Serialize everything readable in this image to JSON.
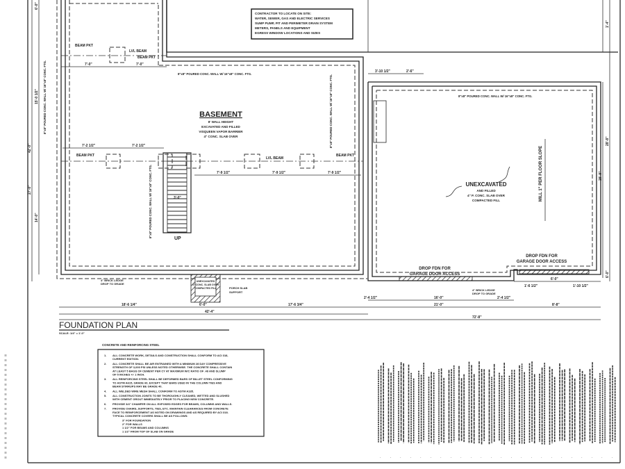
{
  "title": "FOUNDATION PLAN",
  "scale": "SCALE: 1/4\" = 1'-0\"",
  "contractor_note": [
    "CONTRACTOR TO LOCATE ON SITE:",
    "WATER, SEWER, GAS AND ELECTRIC SERVICES",
    "SUMP PUMP, PIT AND PERIMETER DRAIN SYSTEM",
    "METERS, PANELS AND EQUIPMENT",
    "EGRESS WINDOW LOCATIONS AND SIZES"
  ],
  "basement": {
    "title": "BASEMENT",
    "lines": [
      "8' WALL HEIGHT",
      "EXCAVATED AND FILLED",
      "VISQUEEN VAPOR BARRIER",
      "4\" CONC. SLAB OVER"
    ]
  },
  "unexcavated": {
    "title": "UNEXCAVATED",
    "lines": [
      "AND FILLED",
      "4\" P. CONC. SLAB OVER",
      "COMPACTED FILL"
    ]
  },
  "labels": {
    "beam_pkt": "BEAM PKT",
    "lvl_beam": "LVL BEAM",
    "up": "UP",
    "drop_garage_1": [
      "DROP FDN FOR",
      "GARAGE DOOR ACCESS"
    ],
    "drop_garage_2": [
      "DROP FDN FOR",
      "GARAGE DOOR ACCESS"
    ],
    "mill_slope": "MILL 1\" PER FLOOR SLOPE",
    "brick_ledge_1": [
      "4\" BRICK LEDGE",
      "DROP TO GRADE"
    ],
    "brick_ledge_2": [
      "4\" BRICK LEDGE",
      "DROP TO GRADE"
    ],
    "porch_support": [
      "PORCH SLAB",
      "SUPPORT"
    ],
    "porch_fill": [
      "UNEXCAVATED",
      "4\" CONC. SLAB OVER",
      "COMPACTED FILL"
    ],
    "wall_spec": "8\"x8\" POURED CONC. WALL W/ 16\"x8\" CONC. FTG."
  },
  "dimensions": {
    "top": [
      "7'-0\"",
      "7'-0\""
    ],
    "beam_top": [
      "7'-2 1/2\"",
      "7'-2 1/2\""
    ],
    "beam_bottom": [
      "7'-9 1/2\"",
      "7'-9 1/2\"",
      "7'-9 1/2\""
    ],
    "stair": "3'-0\"",
    "bottom_basement": [
      "18'-6 1/4\"",
      "6'-0\"",
      "17'-6 3/4\""
    ],
    "bottom_basement_total": "42'-4\"",
    "bottom_garage": [
      "2'-4 1/2\"",
      "16'-0\"",
      "2'-4 1/2\""
    ],
    "garage_total": "21'-0\"",
    "right_bump": "8'-8\"",
    "right_small": [
      "1'-6 1/2\"",
      "1'-10 1/2\"",
      "6'-0\""
    ],
    "overall": "72'-8\"",
    "garage_top": [
      "3'-10 1/2\"",
      "2'-6\""
    ],
    "left": [
      "6'-0\"",
      "15'-0 1/2\"",
      "14'-0\"",
      "42'-0\"",
      "27'-0\""
    ],
    "right": [
      "1'-4\"",
      "28'-8\"",
      "6'-0\""
    ]
  },
  "notes": {
    "heading": "CONCRETE AND REINFORCING STEEL",
    "items": [
      {
        "n": "1.",
        "text": "ALL CONCRETE WORK, DETAILS AND CONSTRUCTION SHALL CONFORM TO ACI 318, CURRENT EDITION."
      },
      {
        "n": "2.",
        "text": "ALL CONCRETE SHALL BE AIR ENTRAINED WITH A MINIMUM 28 DAY COMPRESSIVE STRENGTH OF 3,000 PSI UNLESS NOTED OTHERWISE. THE CONCRETE SHALL CONTAIN AT LEAST 5 BAGS OF CEMENT PER CY AT MAXIMUM W/C RATIO OF .48 AND SLUMP OF 5 INCHES +/- 1 INCH."
      },
      {
        "n": "3.",
        "text": "ALL REINFORCING STEEL SHALL BE DEFORMED BARS OF BILLET STEEL CONFORMING TO ASTM A615, GRADE 60, EXCEPT THAT BARS USED IN THE COLUMN TIES AND BEAM STIRRUPS MAY BE GRADE 40."
      },
      {
        "n": "4.",
        "text": "ALL WELDED WIRE MESH SHALL CONFORM TO ASTM A185."
      },
      {
        "n": "5.",
        "text": "ALL CONSTRUCTION JOINTS TO BE THOROUGHLY CLEANED, WETTED AND SLUSHED WITH CEMENT GROUT IMMEDIATELY PRIOR TO PLACING NEW CONCRETE."
      },
      {
        "n": "6.",
        "text": "PROVIDE 3/4\" CHAMFER ON ALL EXPOSED EDGES FOR BEAMS, COLUMNS AND WALLS."
      },
      {
        "n": "7.",
        "text": "PROVIDE CHAIRS, SUPPORTS, TIES, ETC. MAINTAIN CLEARANCES FROM CONCRETE FACE TO REINFORCEMENT AS NOTED ON DRAWINGS AND AS REQUIRED BY ACI 318. TYPICAL CONCRETE COVERS SHALL BE AS FOLLOWS:"
      }
    ],
    "covers": [
      "3\" FOR FOUNDATION",
      "2\" FOR WALLS",
      "1 1/2\" FOR BEAMS AND COLUMNS",
      "1 1/2\" FROM TOP OF SLAB ON GRADE"
    ]
  },
  "colors": {
    "ink": "#222222",
    "paper": "#ffffff"
  }
}
